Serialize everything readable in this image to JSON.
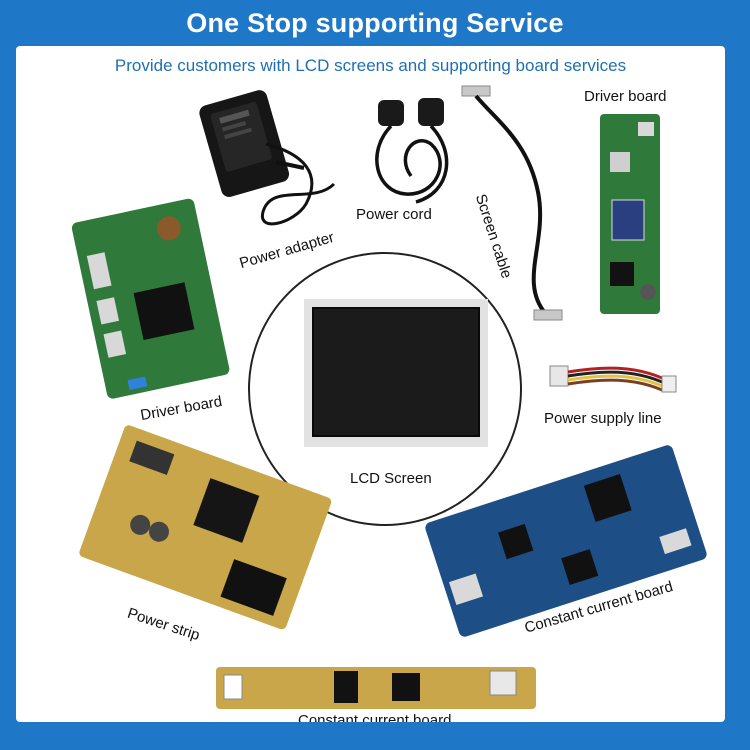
{
  "header": {
    "title": "One Stop supporting Service",
    "subtitle": "Provide customers with LCD screens and supporting board services"
  },
  "items": {
    "driver_board_top": "Driver board",
    "power_adapter": "Power adapter",
    "power_cord": "Power cord",
    "screen_cable": "Screen cable",
    "driver_board_left": "Driver board",
    "lcd_screen": "LCD Screen",
    "power_supply_line": "Power supply line",
    "power_strip": "Power strip",
    "constant_current_board_right": "Constant current board",
    "constant_current_board_bottom": "Constant current board"
  },
  "colors": {
    "background": "#1f78c7",
    "accent_text": "#1f6fb3",
    "pcb_green": "#2f7a3a",
    "pcb_blue": "#1d4f86",
    "pcb_yellow": "#c9a64a"
  },
  "icons": [
    "power-adapter-icon",
    "power-cord-icon",
    "screen-cable-icon",
    "driver-board-icon",
    "lcd-screen-icon",
    "power-supply-line-icon",
    "power-strip-icon",
    "constant-current-board-icon"
  ]
}
